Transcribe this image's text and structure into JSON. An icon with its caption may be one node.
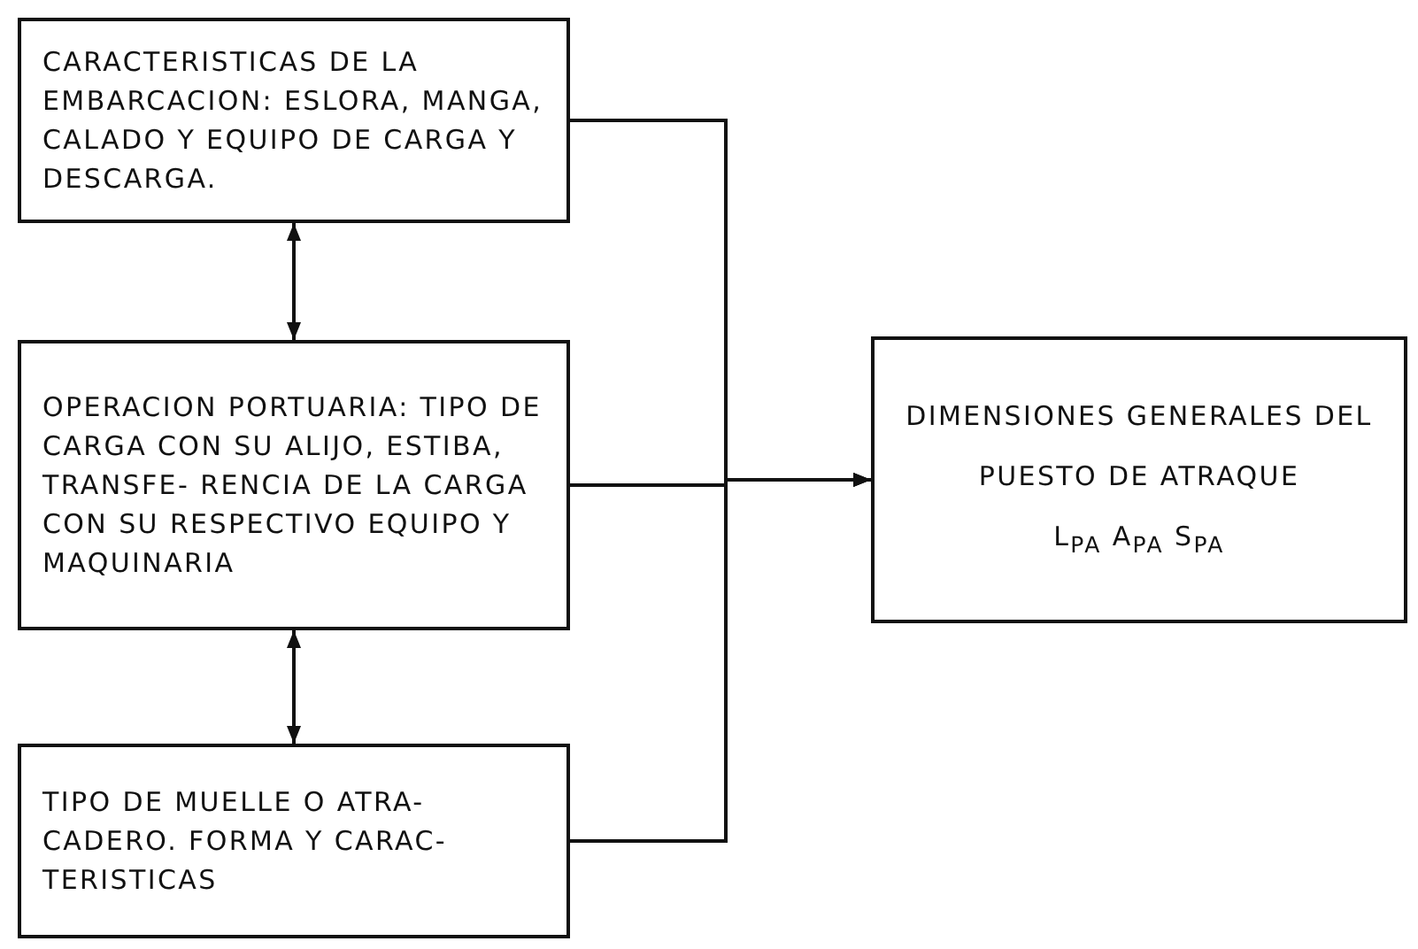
{
  "diagram": {
    "nodes": [
      {
        "text": [
          "CARACTERISTICAS DE LA EMBARCACION: ESLORA, MANGA, CALADO Y EQUIPO DE CARGA Y DESCARGA."
        ]
      },
      {
        "text": [
          "OPERACION PORTUARIA: TIPO DE CARGA CON SU ALIJO, ESTIBA, TRANSFE- RENCIA DE LA CARGA CON SU RESPECTIVO EQUIPO Y MAQUINARIA"
        ]
      },
      {
        "text": [
          "TIPO DE MUELLE O ATRA- CADERO. FORMA Y CARAC- TERISTICAS"
        ]
      },
      {
        "text": [
          "DIMENSIONES GENERALES DEL PUESTO DE ATRAQUE",
          "L$_{PA}$ A$_{PA}$ S$_{PA}$"
        ]
      }
    ],
    "edges": [
      {
        "from": 0,
        "to": 1,
        "arrow": "both"
      },
      {
        "from": 1,
        "to": 2,
        "arrow": "both"
      },
      {
        "from": 0,
        "to": 3,
        "arrow": "to"
      },
      {
        "from": 1,
        "to": 3,
        "arrow": "to"
      },
      {
        "from": 2,
        "to": 3,
        "arrow": "to"
      }
    ]
  }
}
